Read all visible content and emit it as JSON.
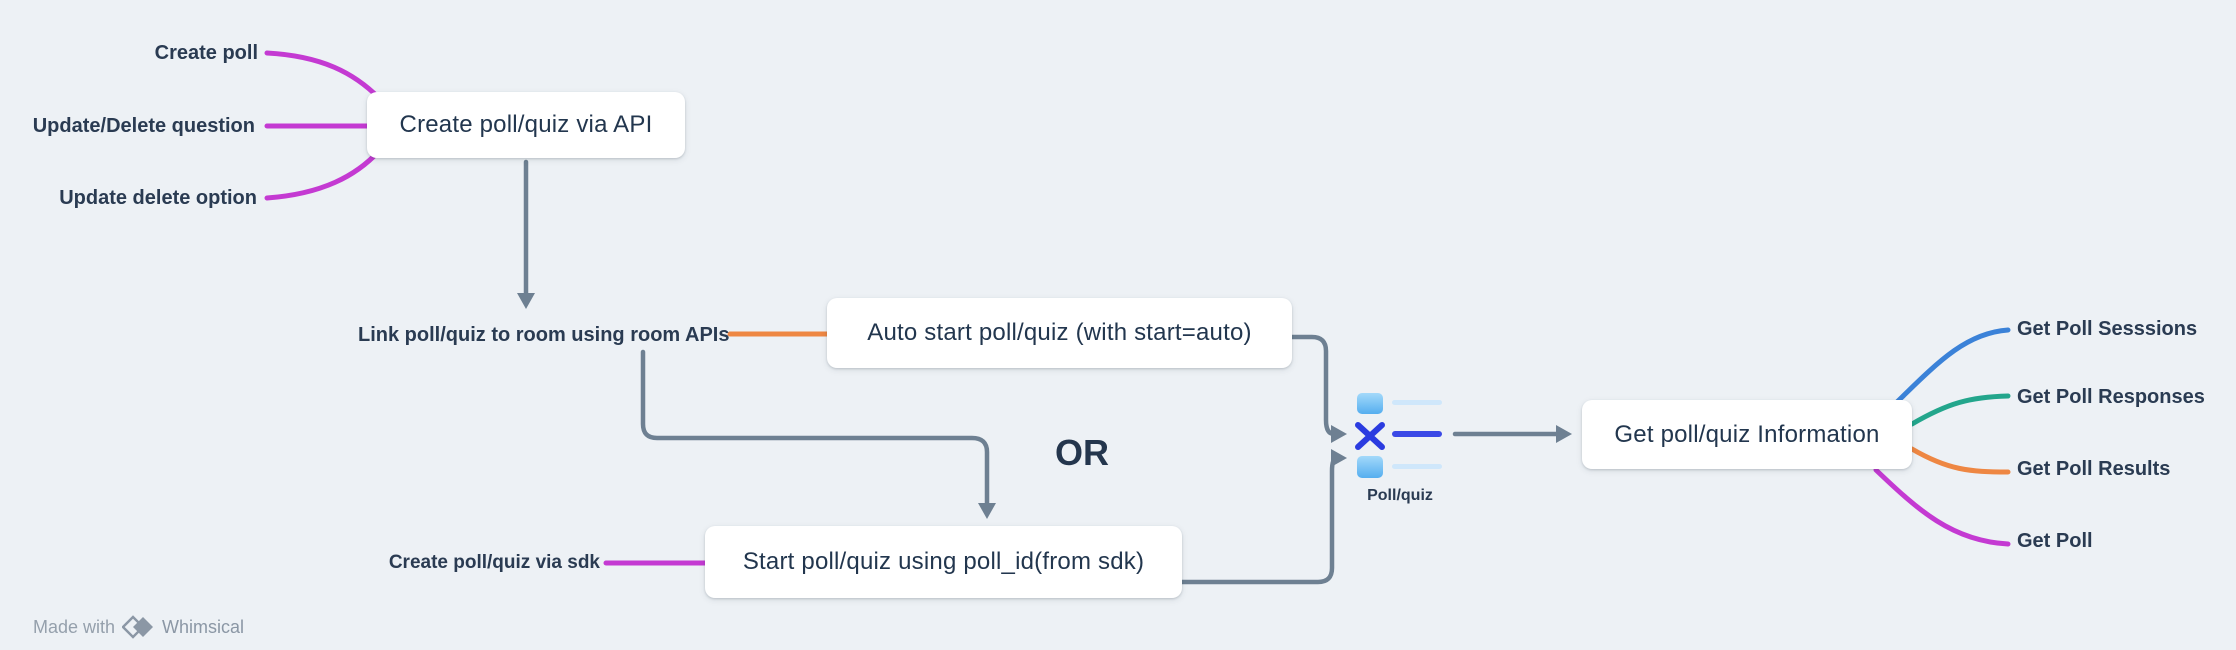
{
  "diagram": {
    "type": "flowchart-mindmap",
    "nodes": {
      "create_api": "Create poll/quiz via API",
      "auto_start": "Auto start poll/quiz (with start=auto)",
      "start_sdk": "Start poll/quiz using poll_id(from sdk)",
      "get_info": "Get poll/quiz Information"
    },
    "branch_labels": {
      "create_poll": "Create poll",
      "update_delete_question": "Update/Delete question",
      "update_delete_option": "Update delete option",
      "link_room": "Link poll/quiz to room using room APIs",
      "create_sdk": "Create poll/quiz via sdk",
      "or": "OR",
      "get_poll_sessions": "Get Poll Sesssions",
      "get_poll_responses": "Get Poll Responses",
      "get_poll_results": "Get Poll Results",
      "get_poll": "Get Poll"
    },
    "icon": {
      "caption": "Poll/quiz"
    }
  },
  "footer": {
    "made_with": "Made with",
    "brand": "Whimsical"
  },
  "colors": {
    "background": "#edf1f5",
    "card_background": "#ffffff",
    "node_text": "#22364e",
    "connector_gray": "#6e8092",
    "branch_magenta": "#c43ad2",
    "branch_orange": "#ee8743",
    "branch_blue": "#3b82d8",
    "branch_teal": "#23a68c",
    "icon_indigo": "#2b3ce0",
    "icon_light_blue": "#7cc4f5",
    "icon_pale_blue": "#cfe7fb",
    "footer_gray": "#95a0ac"
  }
}
